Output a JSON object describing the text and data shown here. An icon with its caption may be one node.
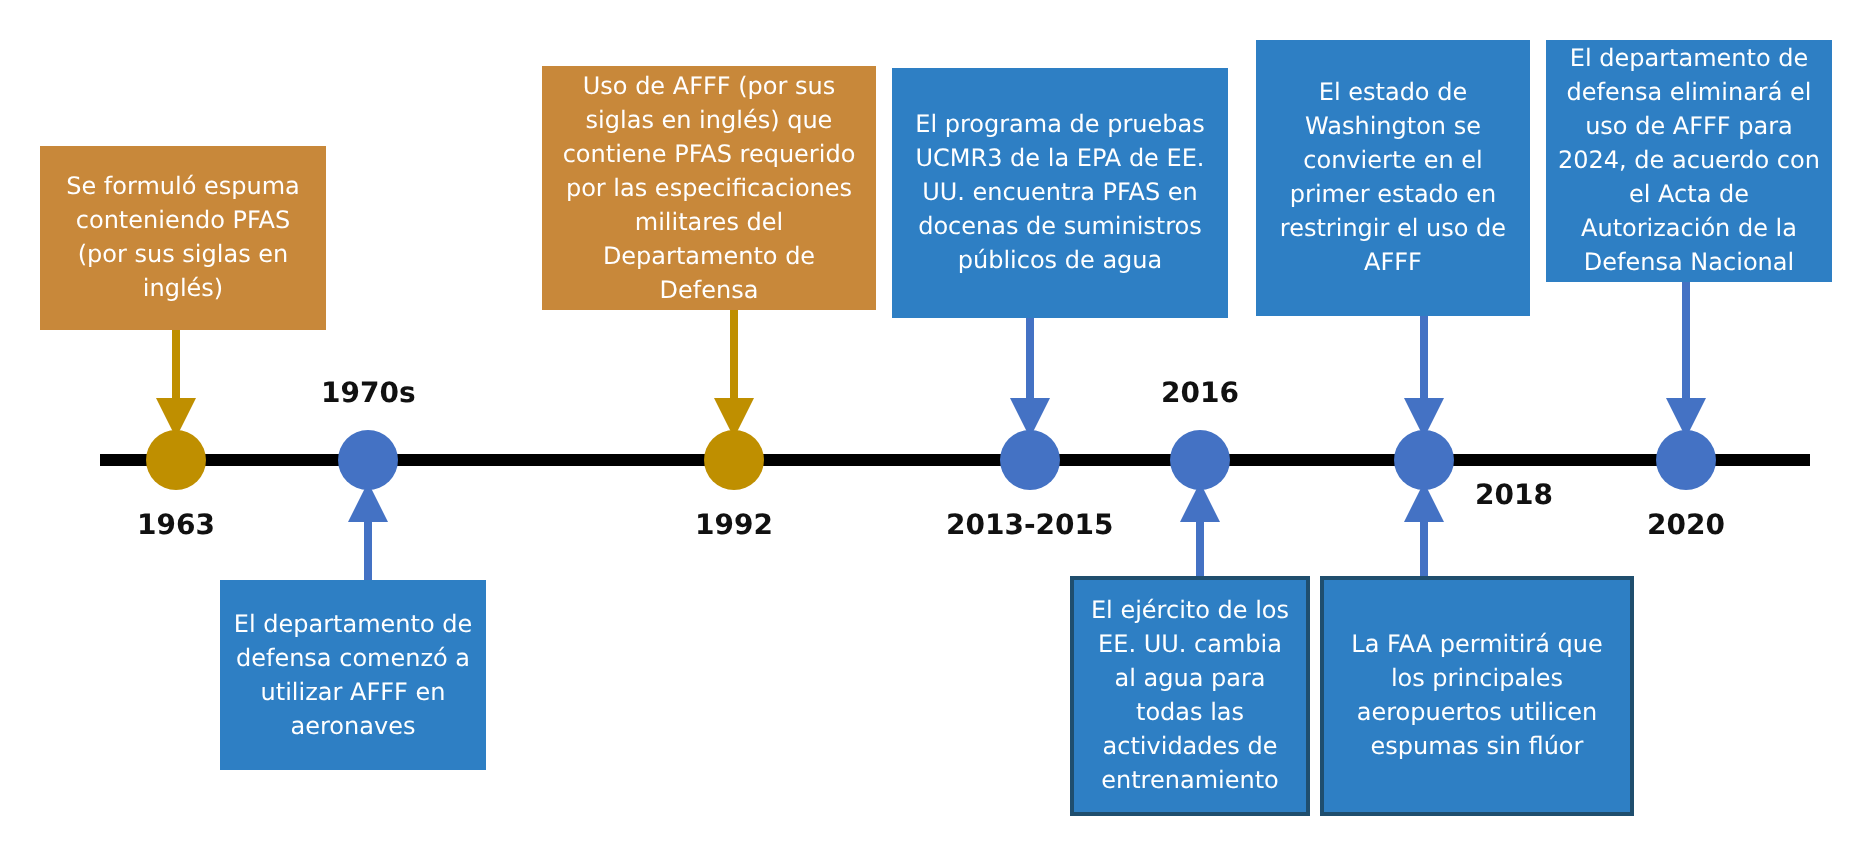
{
  "diagram": {
    "nodes": [
      {
        "text": [
          "Se formuló espuma conteniendo PFAS (por sus siglas en inglés)"
        ]
      },
      {
        "text": [
          "Uso de AFFF (por sus siglas en inglés) que contiene PFAS requerido por las especificaciones militares del Departamento de Defensa"
        ]
      },
      {
        "text": [
          "El programa de pruebas UCMR3 de la EPA de EE. UU. encuentra PFAS en docenas de suministros públicos de agua"
        ]
      },
      {
        "text": [
          "El estado de Washington se convierte en el primer estado en restringir el uso de AFFF"
        ]
      },
      {
        "text": [
          "El departamento de defensa eliminará el uso de AFFF para 2024, de acuerdo con el Acta de Autorización de la Defensa Nacional"
        ]
      },
      {
        "text": [],
        "shape": "circle",
        "beside": [
          "1963"
        ]
      },
      {
        "text": [],
        "shape": "circle",
        "beside": [
          "1970s"
        ]
      },
      {
        "text": [],
        "shape": "circle",
        "beside": [
          "1992"
        ]
      },
      {
        "text": [],
        "shape": "circle",
        "beside": [
          "2013-2015"
        ]
      },
      {
        "text": [],
        "shape": "circle",
        "beside": [
          "2016"
        ]
      },
      {
        "text": [],
        "shape": "circle",
        "beside": [
          "2018"
        ]
      },
      {
        "text": [],
        "shape": "circle",
        "beside": [
          "2020"
        ]
      },
      {
        "text": [
          "El departamento de defensa comenzó a utilizar AFFF en aeronaves"
        ]
      },
      {
        "text": [
          "El ejército de los EE. UU. cambia al agua para todas las actividades de entrenamiento"
        ]
      },
      {
        "text": [
          "La FAA permitirá que los principales aeropuertos utilicen espumas sin flúor"
        ]
      }
    ],
    "edges": [
      {
        "from": 0,
        "to": 5,
        "arrow": "to",
        "color": "#bf8f00"
      },
      {
        "from": 1,
        "to": 7,
        "arrow": "to",
        "color": "#bf8f00"
      },
      {
        "from": 2,
        "to": 8,
        "arrow": "to"
      },
      {
        "from": 3,
        "to": 10,
        "arrow": "to"
      },
      {
        "from": 4,
        "to": 11,
        "arrow": "to"
      },
      {
        "from": 12,
        "to": 6,
        "arrow": "to"
      },
      {
        "from": 13,
        "to": 9,
        "arrow": "to"
      },
      {
        "from": 14,
        "to": 10,
        "arrow": "to"
      }
    ]
  }
}
